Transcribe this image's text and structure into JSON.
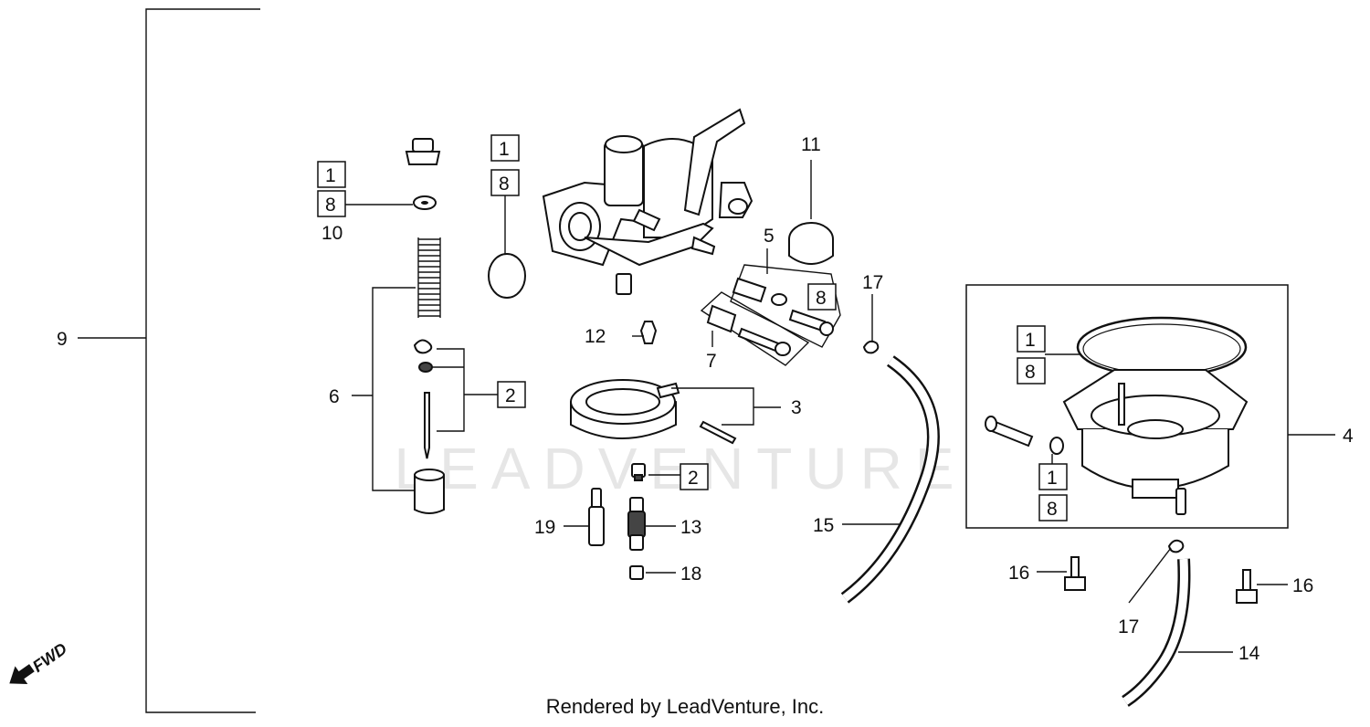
{
  "watermark": "LEADVENTURE",
  "credit": "Rendered by LeadVenture, Inc.",
  "fwd": "FWD",
  "callouts": {
    "n9": "9",
    "n10": "10",
    "n6": "6",
    "n12": "12",
    "n5": "5",
    "n7": "7",
    "n11": "11",
    "n3": "3",
    "n17a": "17",
    "n15": "15",
    "n4": "4",
    "n19": "19",
    "n13": "13",
    "n18": "18",
    "n16a": "16",
    "n16b": "16",
    "n17b": "17",
    "n14": "14"
  },
  "boxed": {
    "b1a": "1",
    "b8a": "8",
    "b1b": "1",
    "b8b": "8",
    "b2a": "2",
    "b8c": "8",
    "b2b": "2",
    "b1c": "1",
    "b8d": "8",
    "b1d": "1",
    "b8e": "8"
  }
}
